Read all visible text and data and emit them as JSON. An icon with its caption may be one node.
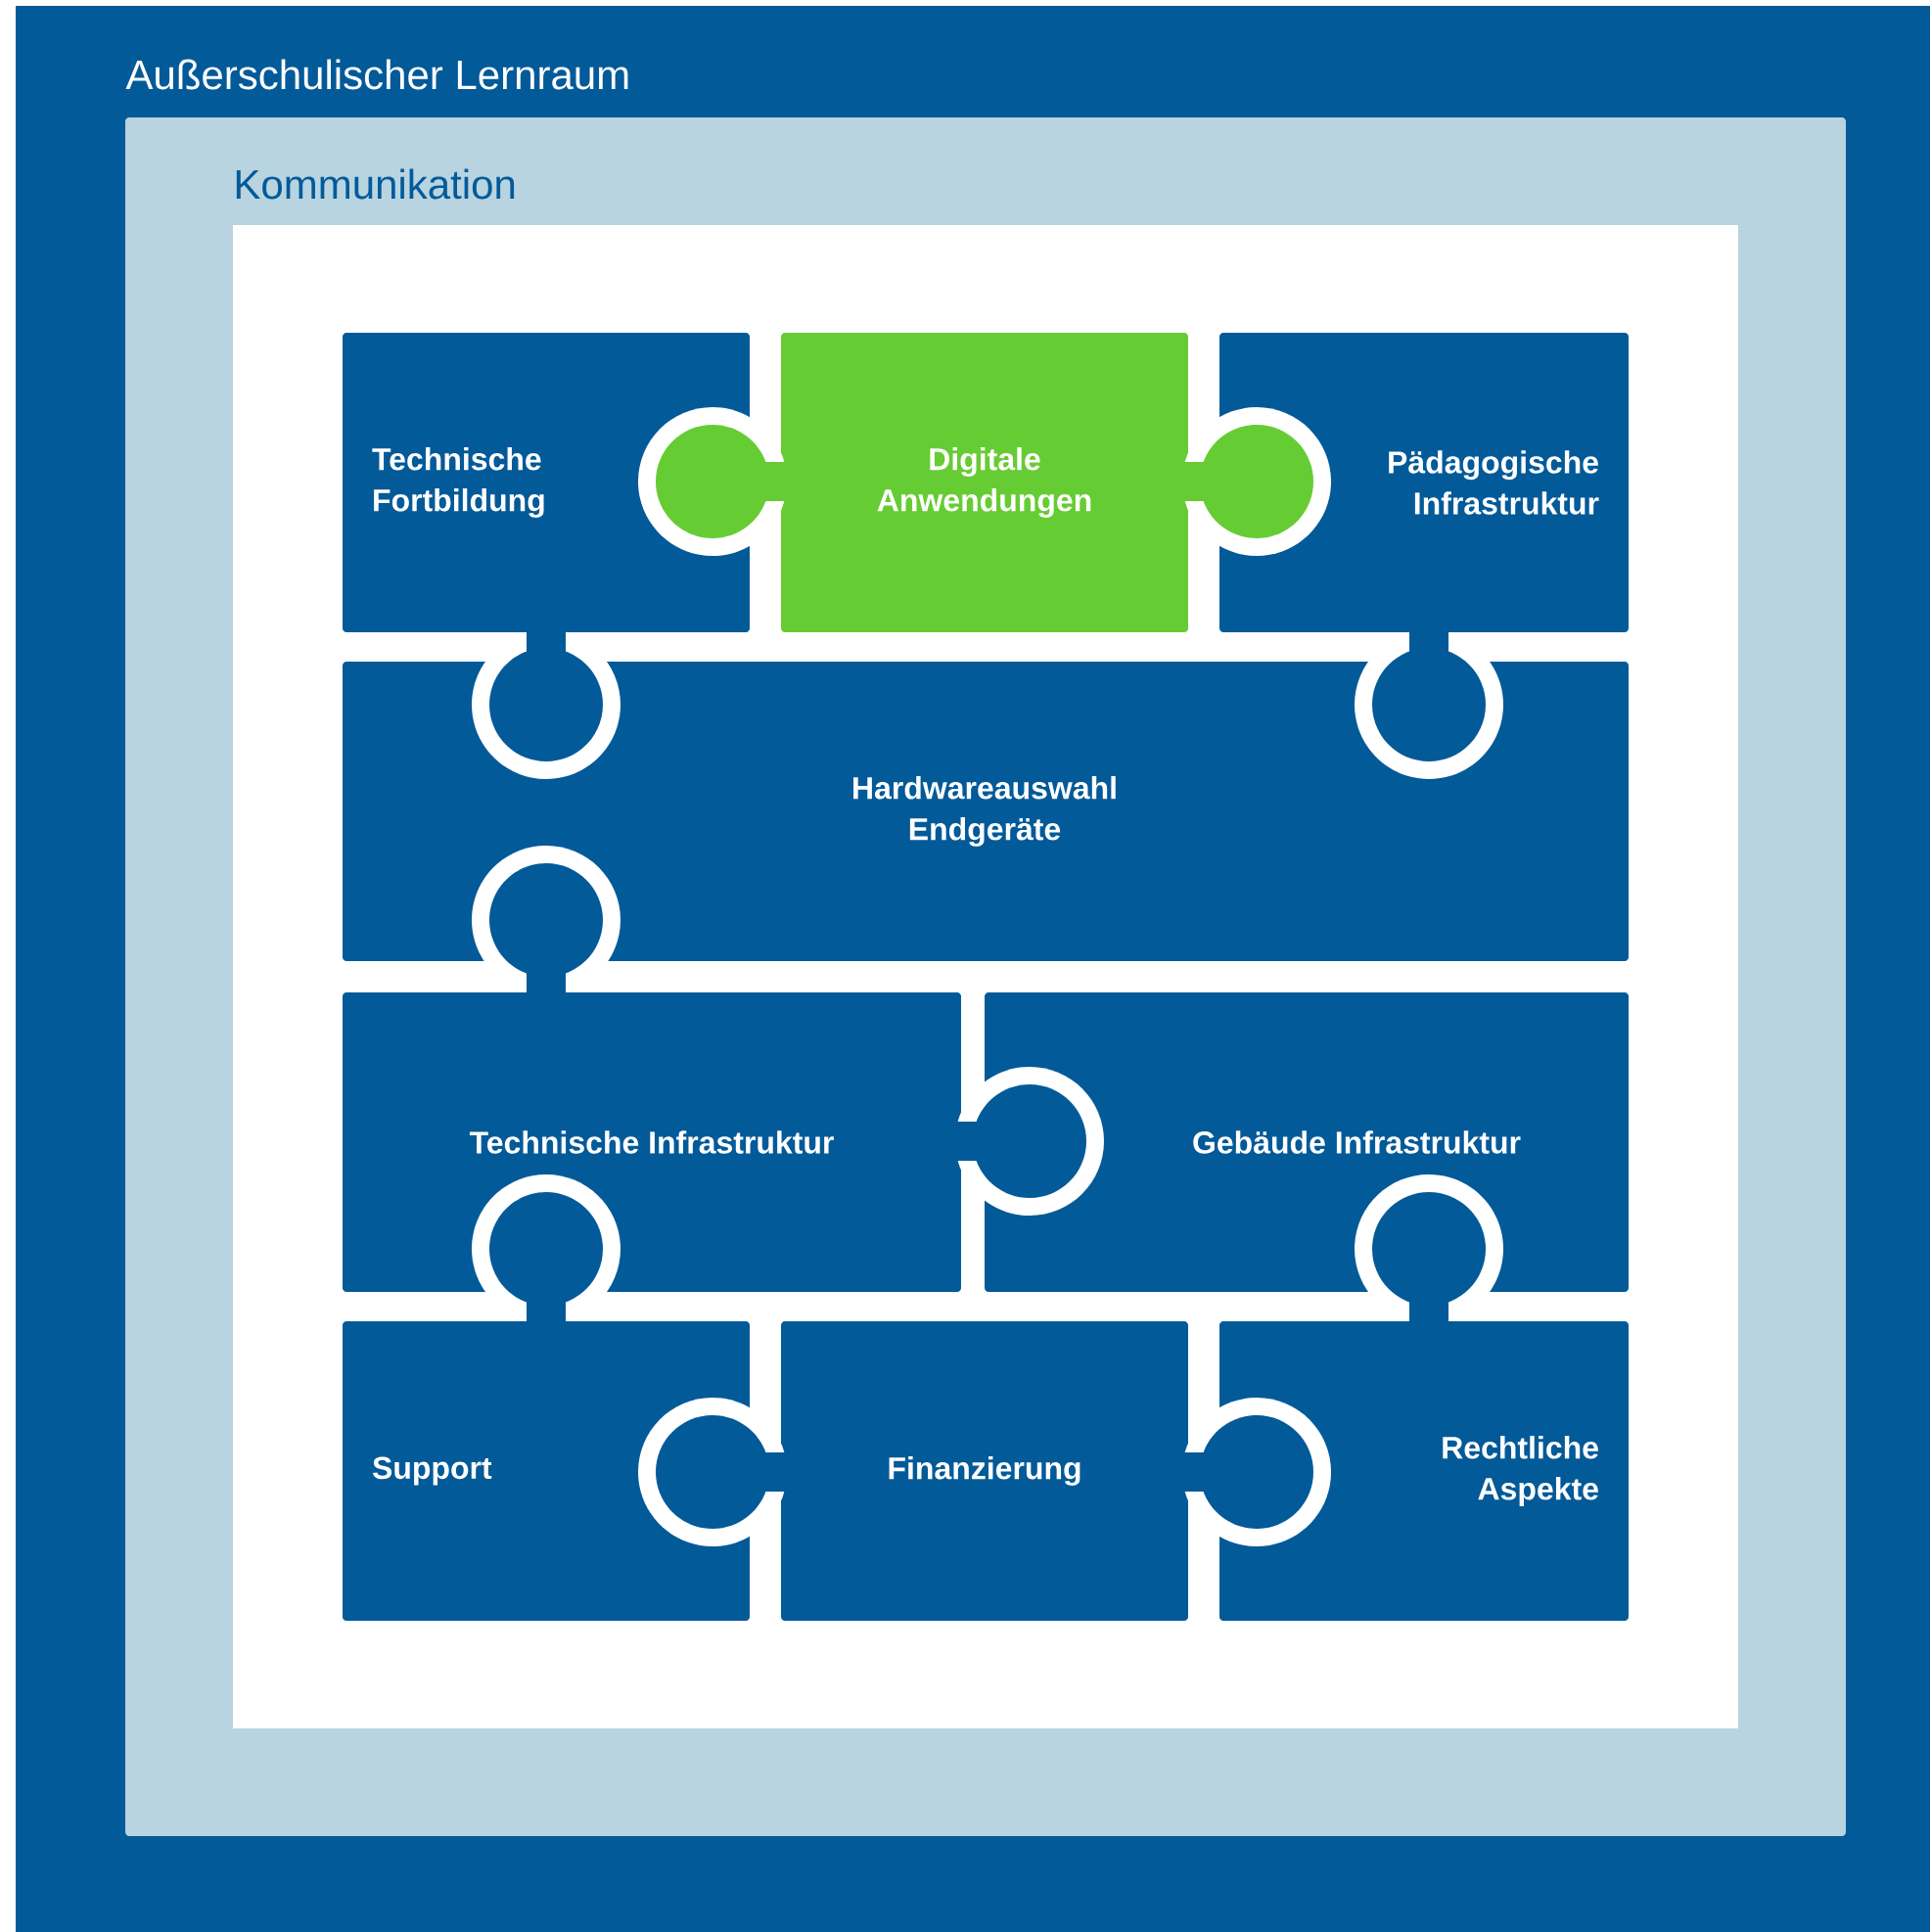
{
  "diagram": {
    "nodes": [
      {
        "text": [
          "Außerschulischer Lernraum"
        ]
      },
      {
        "text": [
          "Kommunikation"
        ],
        "in": 0
      },
      {
        "text": [
          "Technische Fortbildung"
        ],
        "in": 1
      },
      {
        "text": [
          "Digitale Anwendungen"
        ],
        "in": 1
      },
      {
        "text": [
          "Pädagogische Infrastruktur"
        ],
        "in": 1
      },
      {
        "text": [
          "Hardwareauswahl Endgeräte"
        ],
        "in": 1
      },
      {
        "text": [
          "Technische Infrastruktur"
        ],
        "in": 1
      },
      {
        "text": [
          "Gebäude Infrastruktur"
        ],
        "in": 1
      },
      {
        "text": [
          "Support"
        ],
        "in": 1
      },
      {
        "text": [
          "Finanzierung"
        ],
        "in": 1
      },
      {
        "text": [
          "Rechtliche Aspekte"
        ],
        "in": 1
      }
    ]
  }
}
